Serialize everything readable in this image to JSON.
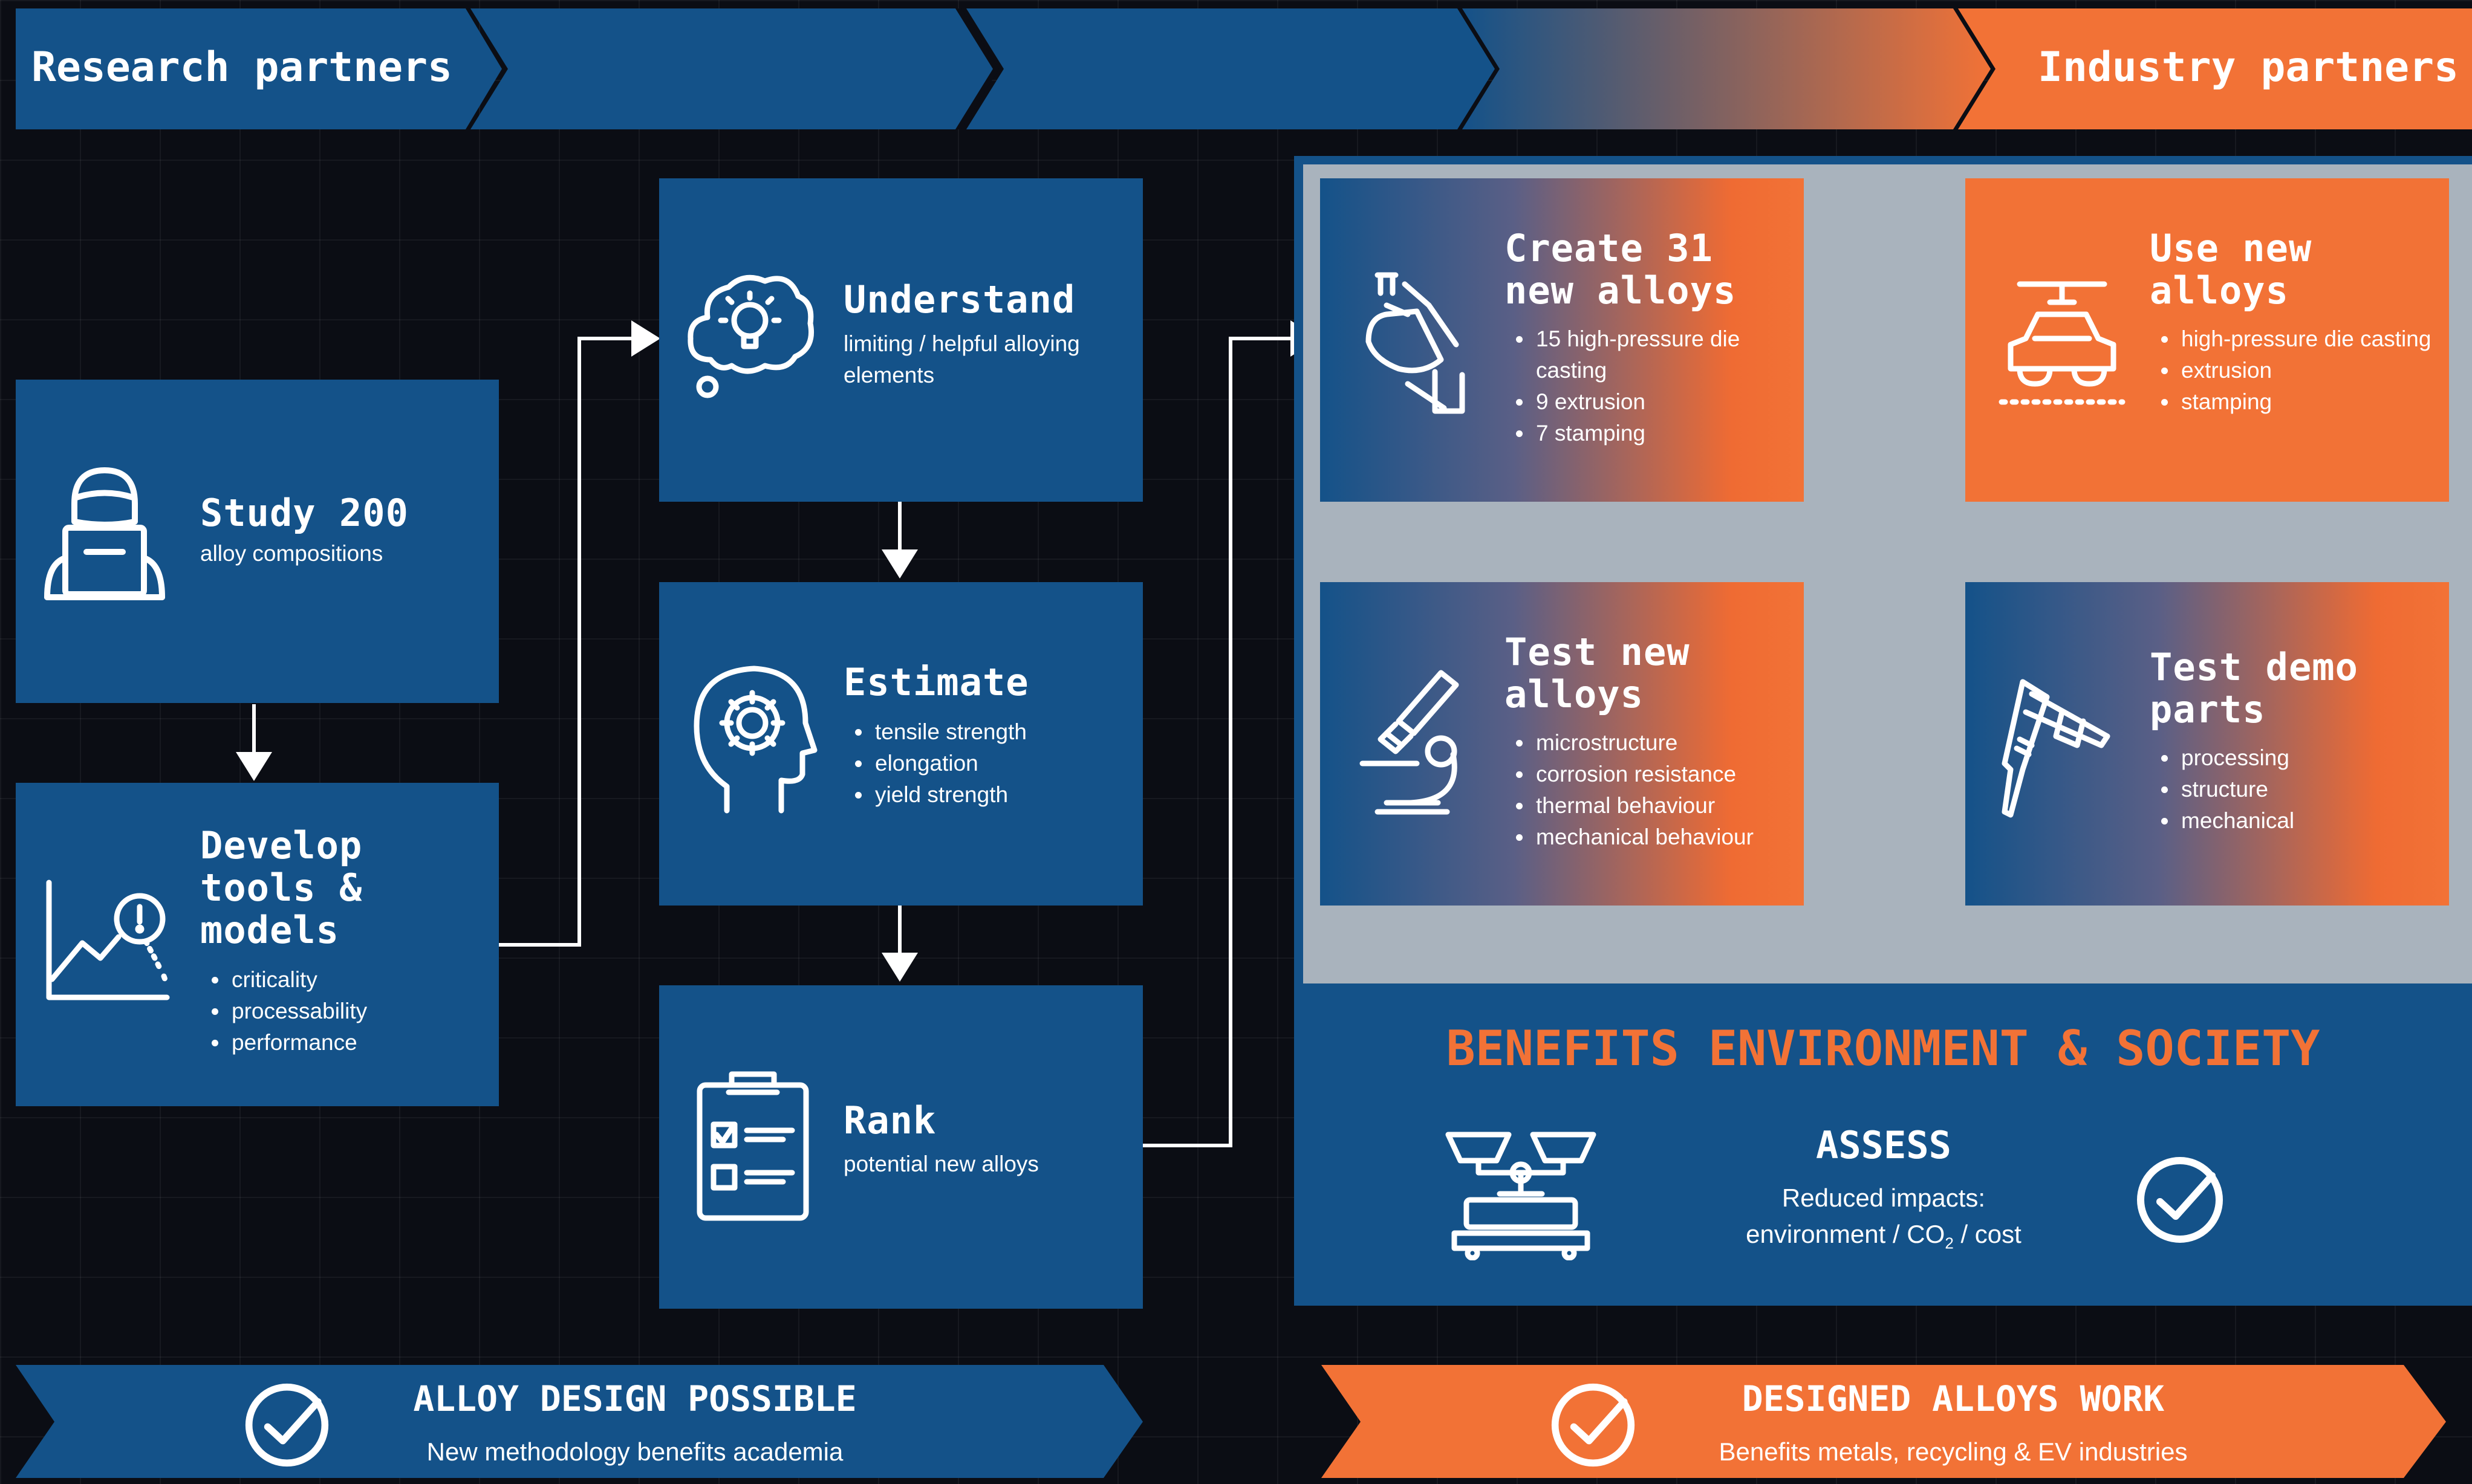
{
  "banner": {
    "left": "Research partners",
    "right": "Industry partners"
  },
  "study": {
    "title": "Study 200",
    "subtitle": "alloy compositions",
    "icon": "laptop-user-icon"
  },
  "develop": {
    "title_lines": [
      "Develop",
      "tools &",
      "models"
    ],
    "bullets": [
      "criticality",
      "processability",
      "performance"
    ],
    "icon": "chart-analysis-icon"
  },
  "understand": {
    "title": "Understand",
    "subtitle_lines": [
      "limiting / helpful alloying",
      "elements"
    ],
    "icon": "thought-lightbulb-icon"
  },
  "estimate": {
    "title": "Estimate",
    "bullets": [
      "tensile strength",
      "elongation",
      "yield strength"
    ],
    "icon": "head-gear-icon"
  },
  "rank": {
    "title": "Rank",
    "subtitle": "potential new alloys",
    "icon": "clipboard-checklist-icon"
  },
  "create": {
    "title_lines": [
      "Create 31",
      "new alloys"
    ],
    "bullets": [
      "15 high-pressure die casting",
      "9 extrusion",
      "7 stamping"
    ],
    "icon": "crucible-pour-icon"
  },
  "test_new": {
    "title_lines": [
      "Test new",
      "alloys"
    ],
    "bullets": [
      "microstructure",
      "corrosion resistance",
      "thermal behaviour",
      "mechanical behaviour"
    ],
    "icon": "microscope-icon"
  },
  "use_new": {
    "title_lines": [
      "Use new",
      "alloys"
    ],
    "bullets": [
      "high-pressure die casting",
      "extrusion",
      "stamping"
    ],
    "icon": "car-assembly-icon"
  },
  "test_demo": {
    "title_lines": [
      "Test demo",
      "parts"
    ],
    "bullets": [
      "processing",
      "structure",
      "mechanical"
    ],
    "icon": "caliper-icon"
  },
  "benefits": {
    "title": "BENEFITS ENVIRONMENT & SOCIETY",
    "assess_title": "ASSESS",
    "assess_line1": "Reduced impacts:",
    "assess_line2_pre": "environment / CO",
    "assess_line2_sub": "2",
    "assess_line2_post": " / cost",
    "icons": [
      "balance-scale-icon",
      "checkmark-circle-icon"
    ]
  },
  "footer_left": {
    "title": "ALLOY DESIGN POSSIBLE",
    "subtitle": "New methodology benefits academia"
  },
  "footer_right": {
    "title": "DESIGNED ALLOYS WORK",
    "subtitle": "Benefits metals, recycling & EV industries"
  },
  "colors": {
    "navy": "#145289",
    "orange": "#f27236",
    "background": "#0b0d14",
    "panel_grey": "#a9b3bd"
  }
}
